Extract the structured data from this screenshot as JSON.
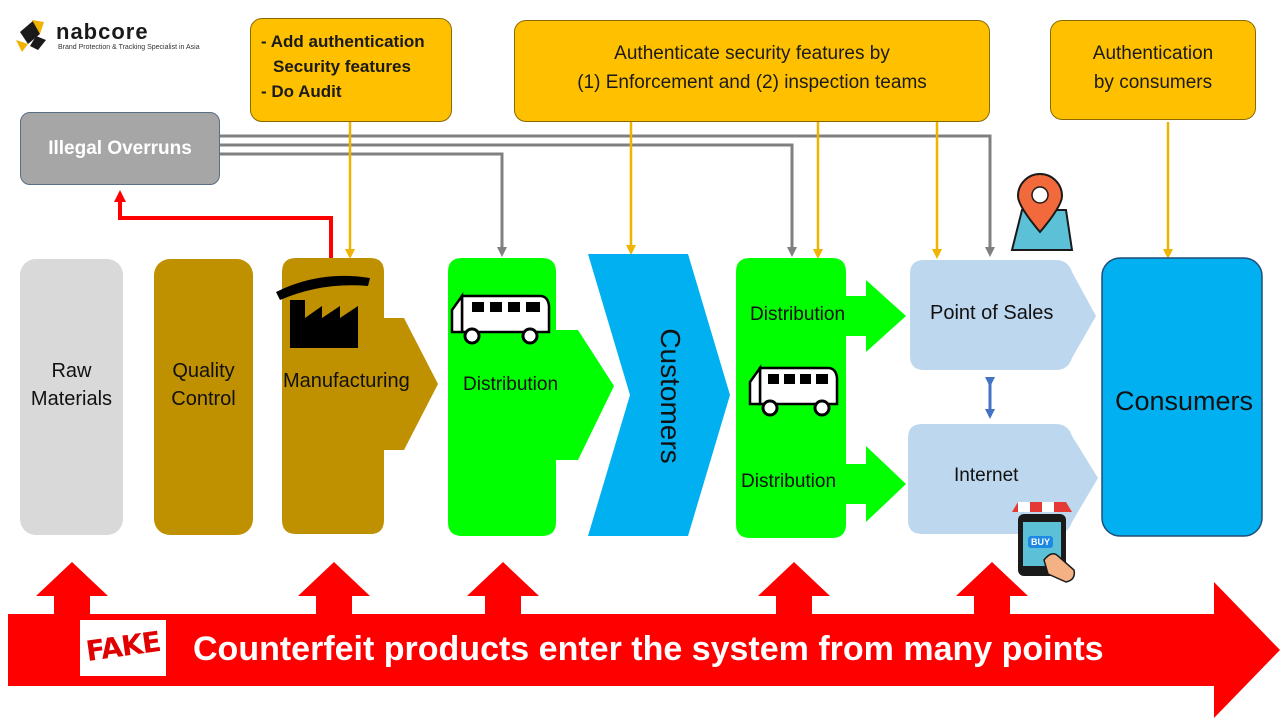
{
  "logo": {
    "name": "nabcore",
    "tagline": "Brand Protection & Tracking Specialist in Asia"
  },
  "notes": {
    "left": {
      "line1": "- Add authentication",
      "line2": "Security features",
      "line3": "- Do Audit"
    },
    "middle": {
      "line1": "Authenticate security features by",
      "line2": "(1) Enforcement and (2) inspection teams"
    },
    "right": {
      "line1": "Authentication",
      "line2": "by consumers"
    }
  },
  "illegal_overruns": "Illegal Overruns",
  "stages": {
    "raw_materials": {
      "line1": "Raw",
      "line2": "Materials"
    },
    "quality_control": {
      "line1": "Quality",
      "line2": "Control"
    },
    "manufacturing": "Manufacturing",
    "distribution_1": "Distribution",
    "customers": "Customers",
    "distribution_2a": "Distribution",
    "distribution_2b": "Distribution",
    "point_of_sales": "Point of Sales",
    "internet": "Internet",
    "consumers": "Consumers"
  },
  "buy_badge": "BUY",
  "banner": {
    "stamp": "FAKE",
    "text": "Counterfeit products enter the system from many points"
  },
  "colors": {
    "note": "#FFC000",
    "gray_box": "#A6A6A6",
    "raw": "#D9D9D9",
    "gold": "#BF9000",
    "green": "#00FF00",
    "cyan": "#00B0F0",
    "light_blue": "#BDD7EE",
    "red": "#FF0000",
    "gray_line": "#808080",
    "connector_blue": "#4472C4"
  }
}
